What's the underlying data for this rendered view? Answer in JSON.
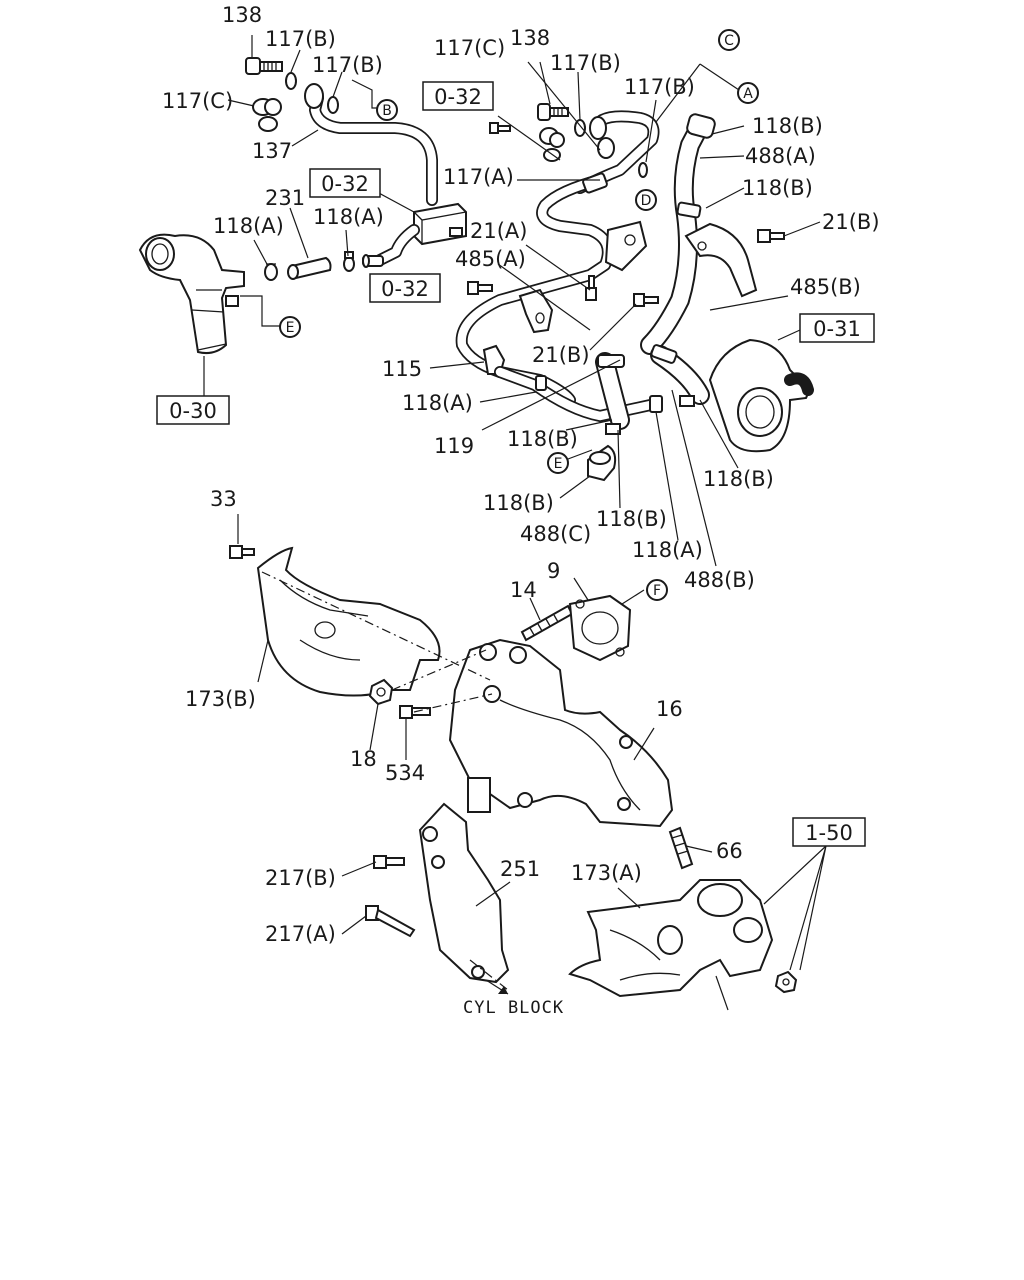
{
  "labels": {
    "p138a": "138",
    "p117b_a": "117(B)",
    "p117b_b": "117(B)",
    "p117c_a": "117(C)",
    "p137": "137",
    "p231": "231",
    "p118a_a": "118(A)",
    "p118a_b": "118(A)",
    "p117c_b": "117(C)",
    "p138b": "138",
    "p117b_c": "117(B)",
    "p117b_d": "117(B)",
    "p117a": "117(A)",
    "p21a": "21(A)",
    "p485a": "485(A)",
    "p118b_a": "118(B)",
    "p488a": "488(A)",
    "p118b_b": "118(B)",
    "p21b_a": "21(B)",
    "p485b": "485(B)",
    "p21b_b": "21(B)",
    "p115": "115",
    "p118a_c": "118(A)",
    "p119": "119",
    "p118b_c": "118(B)",
    "p118b_d": "118(B)",
    "p118b_e": "118(B)",
    "p488c": "488(C)",
    "p118b_f": "118(B)",
    "p118a_d": "118(A)",
    "p488b": "488(B)",
    "p33": "33",
    "p9": "9",
    "p14": "14",
    "p173b": "173(B)",
    "p16": "16",
    "p18": "18",
    "p534": "534",
    "p66": "66",
    "p217b": "217(B)",
    "p251": "251",
    "p173a": "173(A)",
    "p217a": "217(A)"
  },
  "ref_boxes": {
    "r032a": "0-32",
    "r032b": "0-32",
    "r032c": "0-32",
    "r031": "0-31",
    "r030": "0-30",
    "r150": "1-50"
  },
  "circle_letters": {
    "cA": "A",
    "cB": "B",
    "cC": "C",
    "cD": "D",
    "cE1": "E",
    "cE2": "E",
    "cF": "F"
  },
  "note": "CYL BLOCK"
}
